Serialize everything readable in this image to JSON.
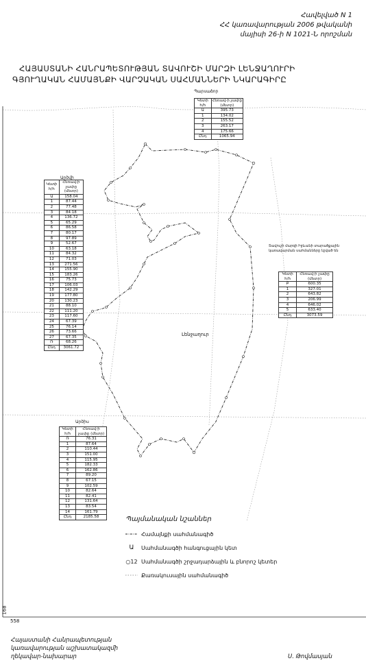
{
  "header": {
    "line1": "Հավելված N 1",
    "line2": "ՀՀ կառավարության 2006 թվականի",
    "line3": "մայիսի 26-ի N 1021-Ն որոշման"
  },
  "title": {
    "line1": "ՀԱՅԱՍՏԱՆԻ ՀԱՆՐԱՊԵՏՈՒԹՅԱՆ ՏԱՎՈՒՇԻ ՄԱՐԶԻ ԼԵՆՋԱՂՈՒՐԻ",
    "line2": "ԳՅՈՒՂԱԿԱՆ ՀԱՄԱՅՆՔԻ ՎԱՐՉԱԿԱՆ ՍԱՀՄԱՆՆԵՐԻ ՆԿԱՐԱԳԻՐԸ"
  },
  "map_labels": {
    "north_neighbor": "Պարսաձոր",
    "west_neighbor": "Արծվի",
    "east_neighbor": "Տավուշի մարզի Իջևանի տարածքային կառավարման սահմանները նշված են",
    "south_neighbor": "Արծիս",
    "community": "Լենջաղուր",
    "corner_number": "168",
    "corner_bottom": "558"
  },
  "tables": {
    "north": {
      "head": [
        "Կետի հ/հ",
        "Հեռավ-ի չափը (մետր)"
      ],
      "rows": [
        [
          "Ա",
          "395.73"
        ],
        [
          "1",
          "134.02"
        ],
        [
          "2",
          "155.52"
        ],
        [
          "3",
          "263.17"
        ],
        [
          "4",
          "175.66"
        ],
        [
          "Ընդ",
          "1065.94"
        ]
      ]
    },
    "west": {
      "head": [
        "Կետի հ/հ",
        "Հեռավ-ի չափը (մետր)"
      ],
      "rows": [
        [
          "Ա",
          "158.04"
        ],
        [
          "1",
          "87.44"
        ],
        [
          "2",
          "77.48"
        ],
        [
          "3",
          "84.18"
        ],
        [
          "4",
          "136.72"
        ],
        [
          "5",
          "65.29"
        ],
        [
          "6",
          "86.58"
        ],
        [
          "7",
          "80.17"
        ],
        [
          "8",
          "97.89"
        ],
        [
          "9",
          "52.67"
        ],
        [
          "10",
          "63.18"
        ],
        [
          "11",
          "84.32"
        ],
        [
          "12",
          "71.03"
        ],
        [
          "13",
          "271.56"
        ],
        [
          "14",
          "155.90"
        ],
        [
          "15",
          "183.26"
        ],
        [
          "16",
          "75.73"
        ],
        [
          "17",
          "106.03"
        ],
        [
          "18",
          "142.29"
        ],
        [
          "19",
          "177.80"
        ],
        [
          "20",
          "130.23"
        ],
        [
          "21",
          "88.10"
        ],
        [
          "22",
          "111.20"
        ],
        [
          "23",
          "117.60"
        ],
        [
          "24",
          "67.39"
        ],
        [
          "25",
          "76.14"
        ],
        [
          "26",
          "73.66"
        ],
        [
          "27",
          "67.35"
        ],
        [
          "Ռ",
          "68.26"
        ],
        [
          "Ընդ",
          "3061.72"
        ]
      ]
    },
    "east": {
      "head": [
        "Կետի հ/հ",
        "Հեռավ-ի չափը (մետր)"
      ],
      "rows": [
        [
          "Բ",
          "600.35"
        ],
        [
          "1",
          "327.01"
        ],
        [
          "2",
          "643.82"
        ],
        [
          "3",
          "206.99"
        ],
        [
          "4",
          "646.02"
        ],
        [
          "5",
          "633.40"
        ],
        [
          "Ընդ",
          "3073.59"
        ]
      ]
    },
    "south": {
      "head": [
        "Կետի հ/հ",
        "Հեռավ-ի չափը (մետր)"
      ],
      "rows": [
        [
          "Ռ",
          "76.31"
        ],
        [
          "1",
          "87.64"
        ],
        [
          "2",
          "110.44"
        ],
        [
          "3",
          "151.00"
        ],
        [
          "4",
          "115.95"
        ],
        [
          "5",
          "182.33"
        ],
        [
          "6",
          "162.86"
        ],
        [
          "7",
          "89.20"
        ],
        [
          "8",
          "67.15"
        ],
        [
          "9",
          "102.59"
        ],
        [
          "10",
          "82.64"
        ],
        [
          "11",
          "82.41"
        ],
        [
          "12",
          "131.64"
        ],
        [
          "13",
          "83.54"
        ],
        [
          "14",
          "161.79"
        ],
        [
          "Ընդ",
          "2185.58"
        ]
      ]
    }
  },
  "legend": {
    "title": "Պայմանական նշաններ",
    "items": [
      {
        "text": "Համայնքի սահմանագիծ"
      },
      {
        "text": "Սահմանագծի հանգուցային կետ"
      },
      {
        "text": "Սահմանագծի շրջադարձային և բնորոշ կետեր"
      },
      {
        "text": "Քառակուսային սահմանագիծ"
      }
    ],
    "node_symbol": "Ա",
    "point_symbol": "12"
  },
  "footer": {
    "left1": "Հայաստանի Հանրապետության",
    "left2": "կառավարության աշխատակազմի",
    "left3": "ղեկավար-նախարար",
    "right": "Ս. Թովմասյան"
  }
}
